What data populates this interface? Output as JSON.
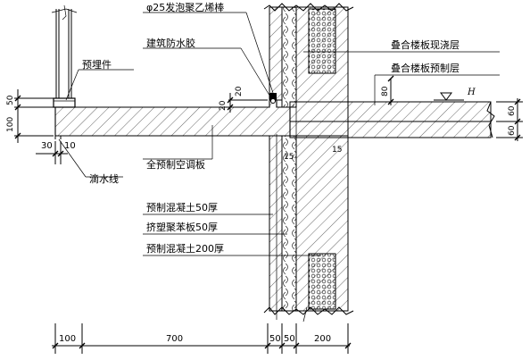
{
  "labels": {
    "rod": "φ25发泡聚乙烯棒",
    "sealant": "建筑防水胶",
    "embedded": "预埋件",
    "topping": "叠合楼板现浇层",
    "precast_slab": "叠合楼板预制层",
    "drip": "滴水线",
    "ac_board": "全预制空调板",
    "layer1": "预制混凝土50厚",
    "layer2": "挤塑聚苯板50厚",
    "layer3": "预制混凝土200厚",
    "elev": "H"
  },
  "dimensions": {
    "bottom": [
      "100",
      "700",
      "50",
      "50",
      "200"
    ],
    "left_50": "50",
    "left_100": "100",
    "b30": "30",
    "b10": "10",
    "d20a": "20",
    "d20b": "20",
    "d80": "80",
    "r60a": "60",
    "r60b": "60",
    "s15a": "15",
    "s15b": "15"
  }
}
